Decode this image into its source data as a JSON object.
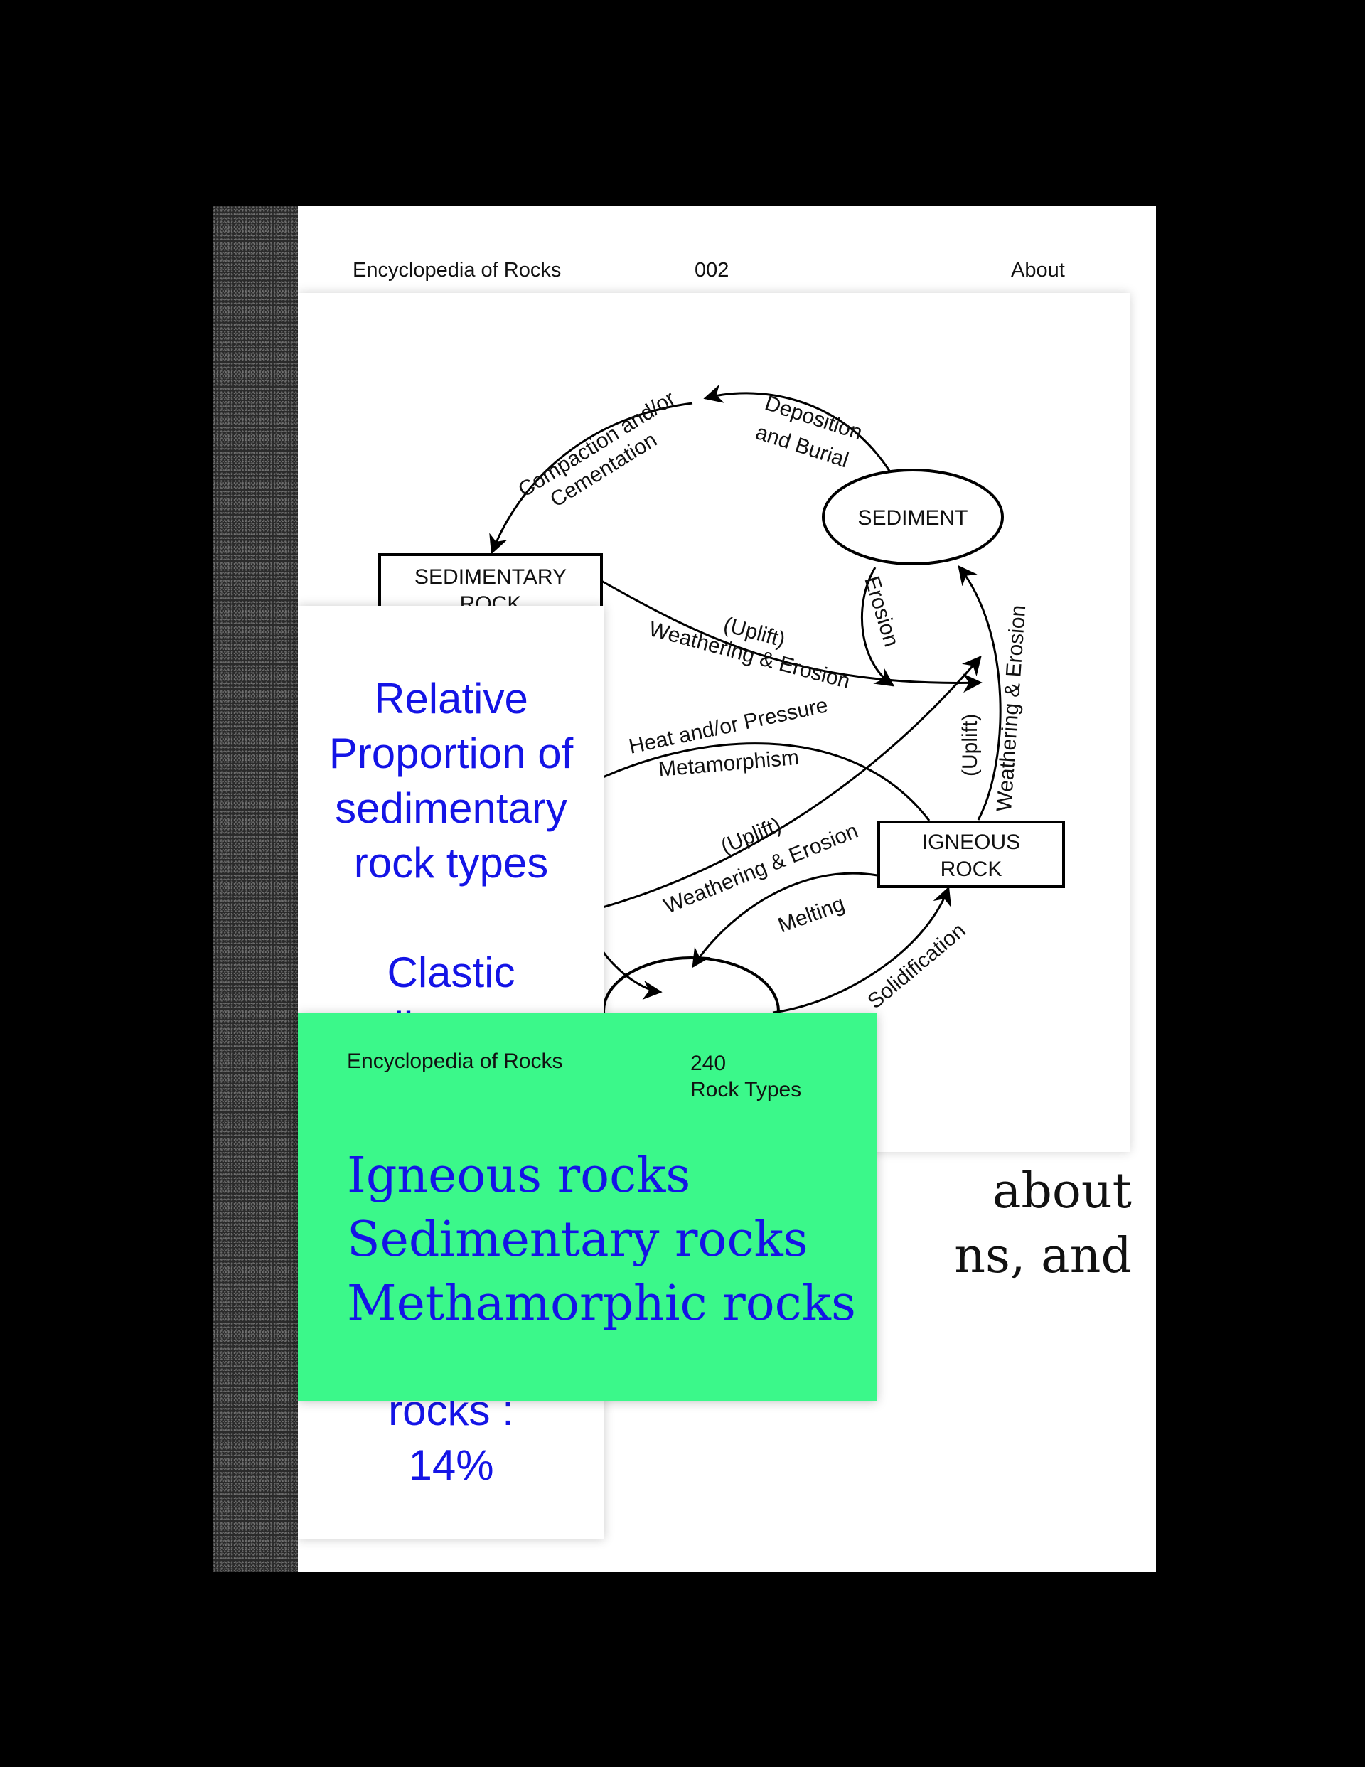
{
  "page_header": {
    "brand": "Encyclopedia of Rocks",
    "page_number": "002",
    "section": "About"
  },
  "diagram": {
    "nodes": {
      "sediment": "SEDIMENT",
      "sedimentary_line1": "SEDIMENTARY",
      "sedimentary_line2": "ROCK",
      "igneous_line1": "IGNEOUS",
      "igneous_line2": "ROCK"
    },
    "processes": {
      "deposition_line1": "Deposition",
      "deposition_line2": "and Burial",
      "compaction_line1": "Compaction and/or",
      "compaction_line2": "Cementation",
      "erosion": "Erosion",
      "uplift_top": "(Uplift)",
      "weathering_top": "Weathering & Erosion",
      "heat": "Heat and/or Pressure",
      "metamorphism": "Metamorphism",
      "uplift_middle": "(Uplift)",
      "weathering_middle": "Weathering & Erosion",
      "uplift_right": "(Uplift)",
      "weathering_right": "Weathering & Erosion",
      "melting": "Melting",
      "solidification": "Solidification"
    }
  },
  "body_text": {
    "line1": "about",
    "line2": "ns, and"
  },
  "proportion_card": {
    "text": "Relative\nProportion of\nsedimentary\nrock types\n\nClastic\nsedimentary\nrocks :\n\n\n\n\n\nrocks :\n14%"
  },
  "green_card": {
    "brand": "Encyclopedia of Rocks",
    "count": "240",
    "count_label": "Rock Types",
    "items": [
      "Igneous rocks",
      "Sedimentary rocks",
      "Methamorphic rocks"
    ]
  }
}
